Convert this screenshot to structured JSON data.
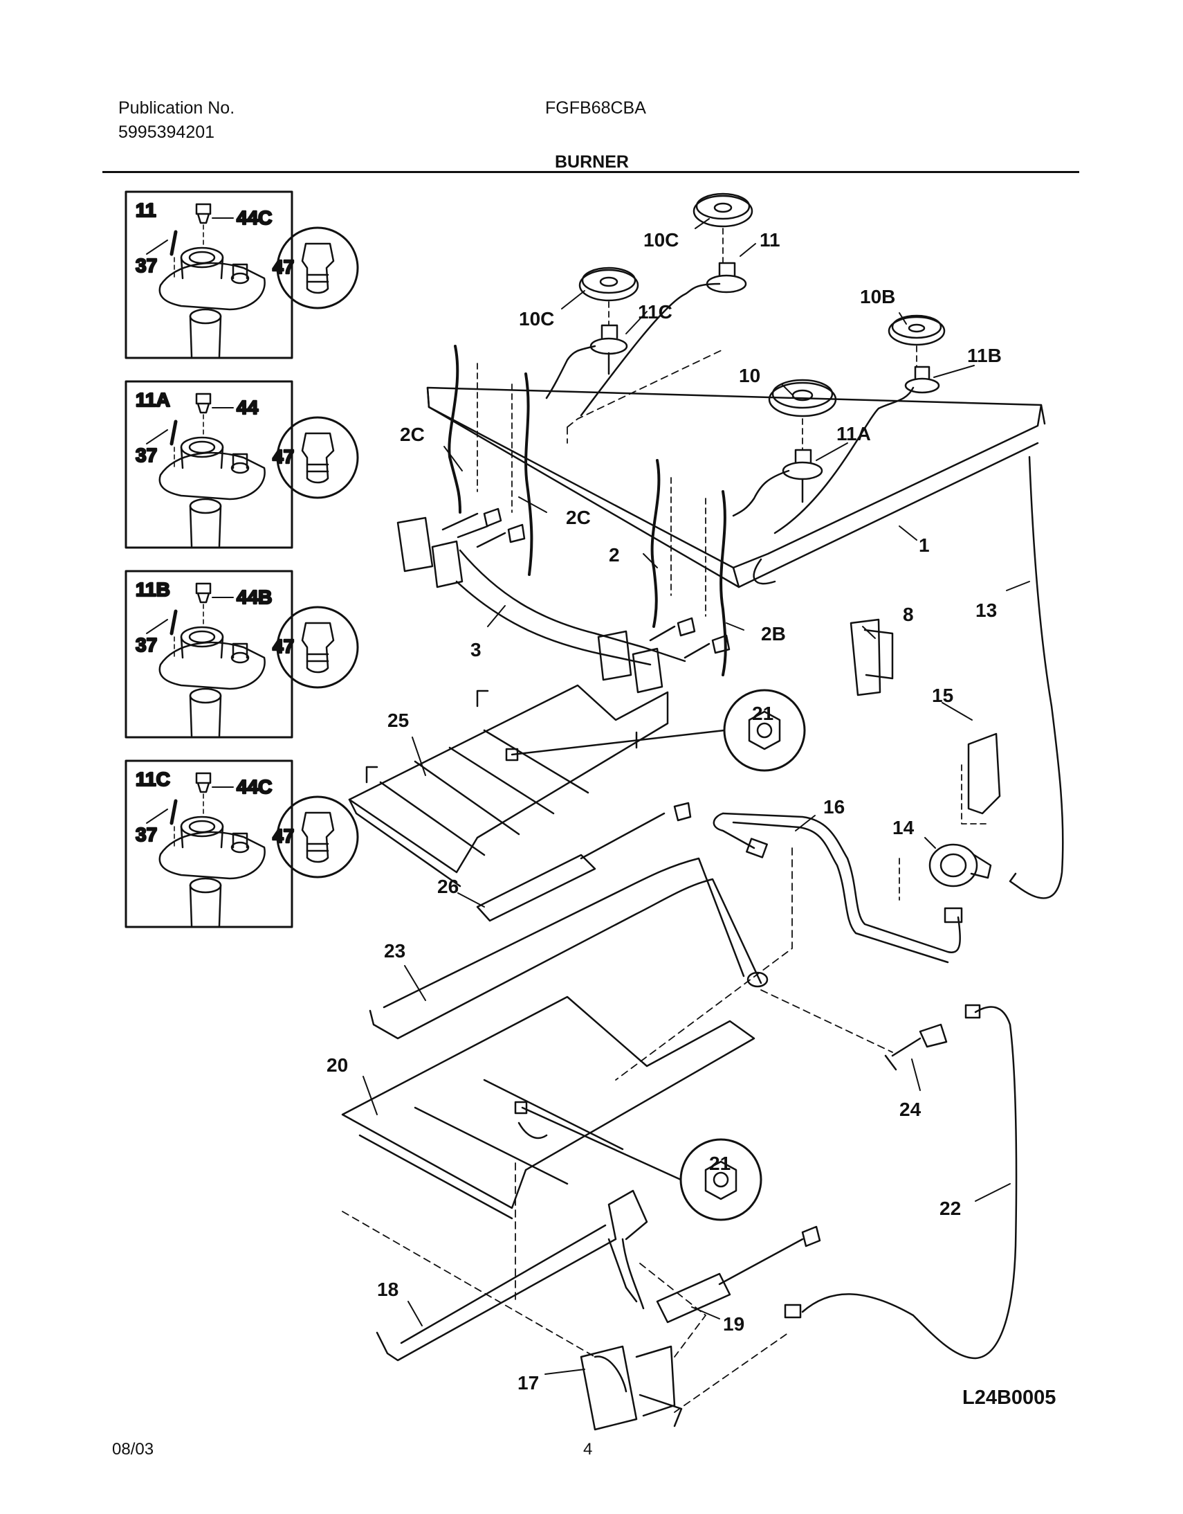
{
  "header": {
    "publication_label": "Publication No.",
    "publication_number": "5995394201",
    "model": "FGFB68CBA",
    "section": "BURNER"
  },
  "insets": [
    {
      "title": "11",
      "labels": [
        "44C",
        "37",
        "47"
      ]
    },
    {
      "title": "11A",
      "labels": [
        "44",
        "37",
        "47"
      ]
    },
    {
      "title": "11B",
      "labels": [
        "44B",
        "37",
        "47"
      ]
    },
    {
      "title": "11C",
      "labels": [
        "44C",
        "37",
        "47"
      ]
    }
  ],
  "callouts": {
    "c10c_top": "10C",
    "c11_top": "11",
    "c10c_mid": "10C",
    "c11c": "11C",
    "c10b": "10B",
    "c11b": "11B",
    "c10": "10",
    "c11a": "11A",
    "c2c_left": "2C",
    "c2c_right": "2C",
    "c1": "1",
    "c2": "2",
    "c2b": "2B",
    "c3": "3",
    "c8": "8",
    "c13": "13",
    "c15": "15",
    "c25": "25",
    "c21_top": "21",
    "c16": "16",
    "c14": "14",
    "c26": "26",
    "c23": "23",
    "c20": "20",
    "c24": "24",
    "c21_bottom": "21",
    "c22": "22",
    "c18": "18",
    "c19": "19",
    "c17": "17"
  },
  "footer": {
    "date": "08/03",
    "page": "4",
    "drawing_code": "L24B0005"
  }
}
